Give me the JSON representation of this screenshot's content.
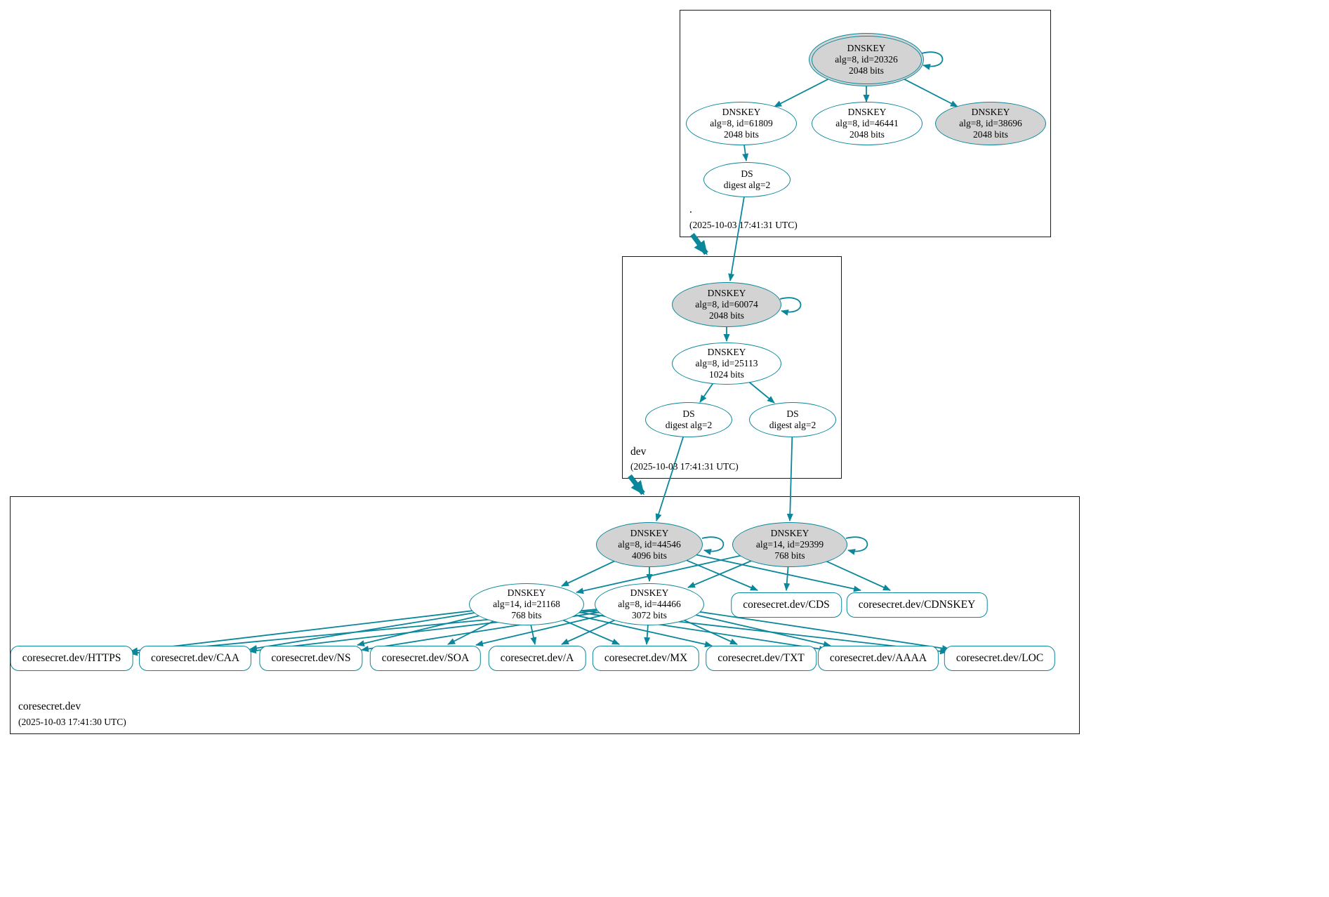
{
  "colors": {
    "accent": "#0a879a",
    "ksk_fill": "#d3d3d3",
    "node_text": "#000000",
    "cluster_border": "#1a1a1a"
  },
  "root_zone": {
    "label": ".",
    "timestamp": "(2025-10-03 17:41:31 UTC)",
    "ksk": {
      "title": "DNSKEY",
      "detail": "alg=8, id=20326",
      "bits": "2048 bits"
    },
    "zsk_a": {
      "title": "DNSKEY",
      "detail": "alg=8, id=61809",
      "bits": "2048 bits"
    },
    "zsk_b": {
      "title": "DNSKEY",
      "detail": "alg=8, id=46441",
      "bits": "2048 bits"
    },
    "ksk_b": {
      "title": "DNSKEY",
      "detail": "alg=8, id=38696",
      "bits": "2048 bits"
    },
    "ds": {
      "title": "DS",
      "detail": "digest alg=2"
    }
  },
  "dev_zone": {
    "label": "dev",
    "timestamp": "(2025-10-03 17:41:31 UTC)",
    "ksk": {
      "title": "DNSKEY",
      "detail": "alg=8, id=60074",
      "bits": "2048 bits"
    },
    "zsk": {
      "title": "DNSKEY",
      "detail": "alg=8, id=25113",
      "bits": "1024 bits"
    },
    "ds_a": {
      "title": "DS",
      "detail": "digest alg=2"
    },
    "ds_b": {
      "title": "DS",
      "detail": "digest alg=2"
    }
  },
  "cs_zone": {
    "label": "coresecret.dev",
    "timestamp": "(2025-10-03 17:41:30 UTC)",
    "ksk_a": {
      "title": "DNSKEY",
      "detail": "alg=8, id=44546",
      "bits": "4096 bits"
    },
    "ksk_b": {
      "title": "DNSKEY",
      "detail": "alg=14, id=29399",
      "bits": "768 bits"
    },
    "zsk_a": {
      "title": "DNSKEY",
      "detail": "alg=14, id=21168",
      "bits": "768 bits"
    },
    "zsk_b": {
      "title": "DNSKEY",
      "detail": "alg=8, id=44466",
      "bits": "3072 bits"
    },
    "cds_label": "coresecret.dev/CDS",
    "cdnskey_label": "coresecret.dev/CDNSKEY",
    "rrsets": [
      "coresecret.dev/HTTPS",
      "coresecret.dev/CAA",
      "coresecret.dev/NS",
      "coresecret.dev/SOA",
      "coresecret.dev/A",
      "coresecret.dev/MX",
      "coresecret.dev/TXT",
      "coresecret.dev/AAAA",
      "coresecret.dev/LOC"
    ]
  },
  "edges": [
    "root:20326 -> root:61809",
    "root:20326 -> root:46441",
    "root:20326 -> root:38696",
    "root:20326 -> root:20326 (self)",
    "root:61809 -> root:DS",
    "root:DS -> dev:60074",
    ". -> dev (zone cut)",
    "dev:60074 -> dev:60074 (self)",
    "dev:60074 -> dev:25113",
    "dev:25113 -> dev:DS-1",
    "dev:25113 -> dev:DS-2",
    "dev:DS-1 -> coresecret.dev:44546",
    "dev:DS-2 -> coresecret.dev:29399",
    "dev -> coresecret.dev (zone cut)",
    "coresecret.dev:44546 -> coresecret.dev:44546 (self)",
    "coresecret.dev:29399 -> coresecret.dev:29399 (self)",
    "coresecret.dev:44546 -> coresecret.dev:21168",
    "coresecret.dev:44546 -> coresecret.dev:44466",
    "coresecret.dev:44546 -> coresecret.dev/CDS",
    "coresecret.dev:44546 -> coresecret.dev/CDNSKEY",
    "coresecret.dev:29399 -> coresecret.dev:21168",
    "coresecret.dev:29399 -> coresecret.dev:44466",
    "coresecret.dev:29399 -> coresecret.dev/CDS",
    "coresecret.dev:29399 -> coresecret.dev/CDNSKEY",
    "coresecret.dev:21168 -> coresecret.dev/HTTPS",
    "coresecret.dev:21168 -> coresecret.dev/CAA",
    "coresecret.dev:21168 -> coresecret.dev/NS",
    "coresecret.dev:21168 -> coresecret.dev/SOA",
    "coresecret.dev:21168 -> coresecret.dev/A",
    "coresecret.dev:21168 -> coresecret.dev/MX",
    "coresecret.dev:21168 -> coresecret.dev/TXT",
    "coresecret.dev:21168 -> coresecret.dev/AAAA",
    "coresecret.dev:21168 -> coresecret.dev/LOC",
    "coresecret.dev:44466 -> coresecret.dev/HTTPS",
    "coresecret.dev:44466 -> coresecret.dev/CAA",
    "coresecret.dev:44466 -> coresecret.dev/NS",
    "coresecret.dev:44466 -> coresecret.dev/SOA",
    "coresecret.dev:44466 -> coresecret.dev/A",
    "coresecret.dev:44466 -> coresecret.dev/MX",
    "coresecret.dev:44466 -> coresecret.dev/TXT",
    "coresecret.dev:44466 -> coresecret.dev/AAAA",
    "coresecret.dev:44466 -> coresecret.dev/LOC"
  ]
}
